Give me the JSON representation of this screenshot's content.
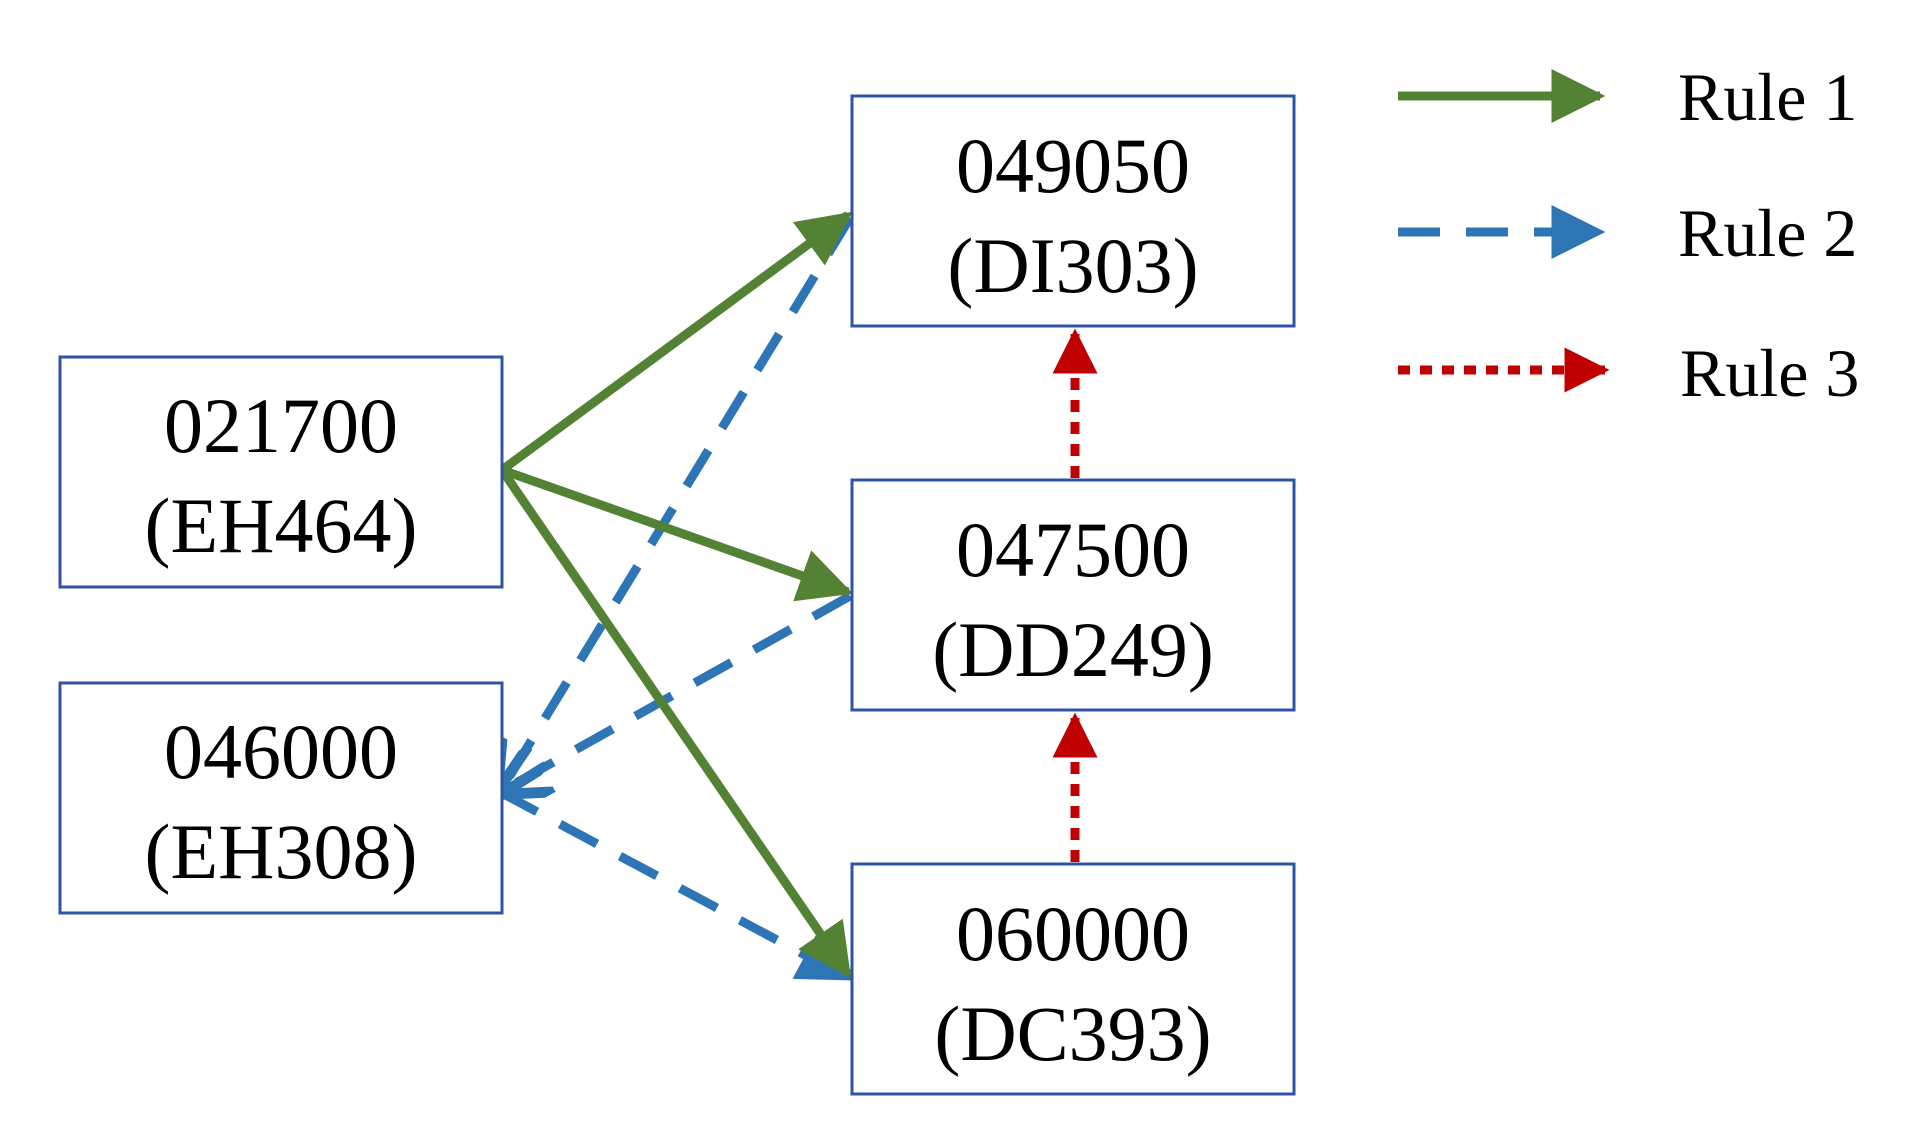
{
  "colors": {
    "rule1": "#548235",
    "rule2": "#2e75b6",
    "rule3": "#c00000",
    "node_border": "#2f54a3"
  },
  "nodes": {
    "n021700": {
      "code": "021700",
      "label": "(EH464)"
    },
    "n046000": {
      "code": "046000",
      "label": "(EH308)"
    },
    "n049050": {
      "code": "049050",
      "label": "(DI303)"
    },
    "n047500": {
      "code": "047500",
      "label": "(DD249)"
    },
    "n060000": {
      "code": "060000",
      "label": "(DC393)"
    }
  },
  "edges": [
    {
      "from": "021700",
      "to": "049050",
      "rule": "Rule 1"
    },
    {
      "from": "021700",
      "to": "047500",
      "rule": "Rule 1"
    },
    {
      "from": "021700",
      "to": "060000",
      "rule": "Rule 1"
    },
    {
      "from": "049050",
      "to": "046000",
      "rule": "Rule 2"
    },
    {
      "from": "047500",
      "to": "046000",
      "rule": "Rule 2"
    },
    {
      "from": "046000",
      "to": "060000",
      "rule": "Rule 2"
    },
    {
      "from": "047500",
      "to": "049050",
      "rule": "Rule 3"
    },
    {
      "from": "060000",
      "to": "047500",
      "rule": "Rule 3"
    }
  ],
  "legend": {
    "rule1": "Rule 1",
    "rule2": "Rule 2",
    "rule3": "Rule 3"
  }
}
